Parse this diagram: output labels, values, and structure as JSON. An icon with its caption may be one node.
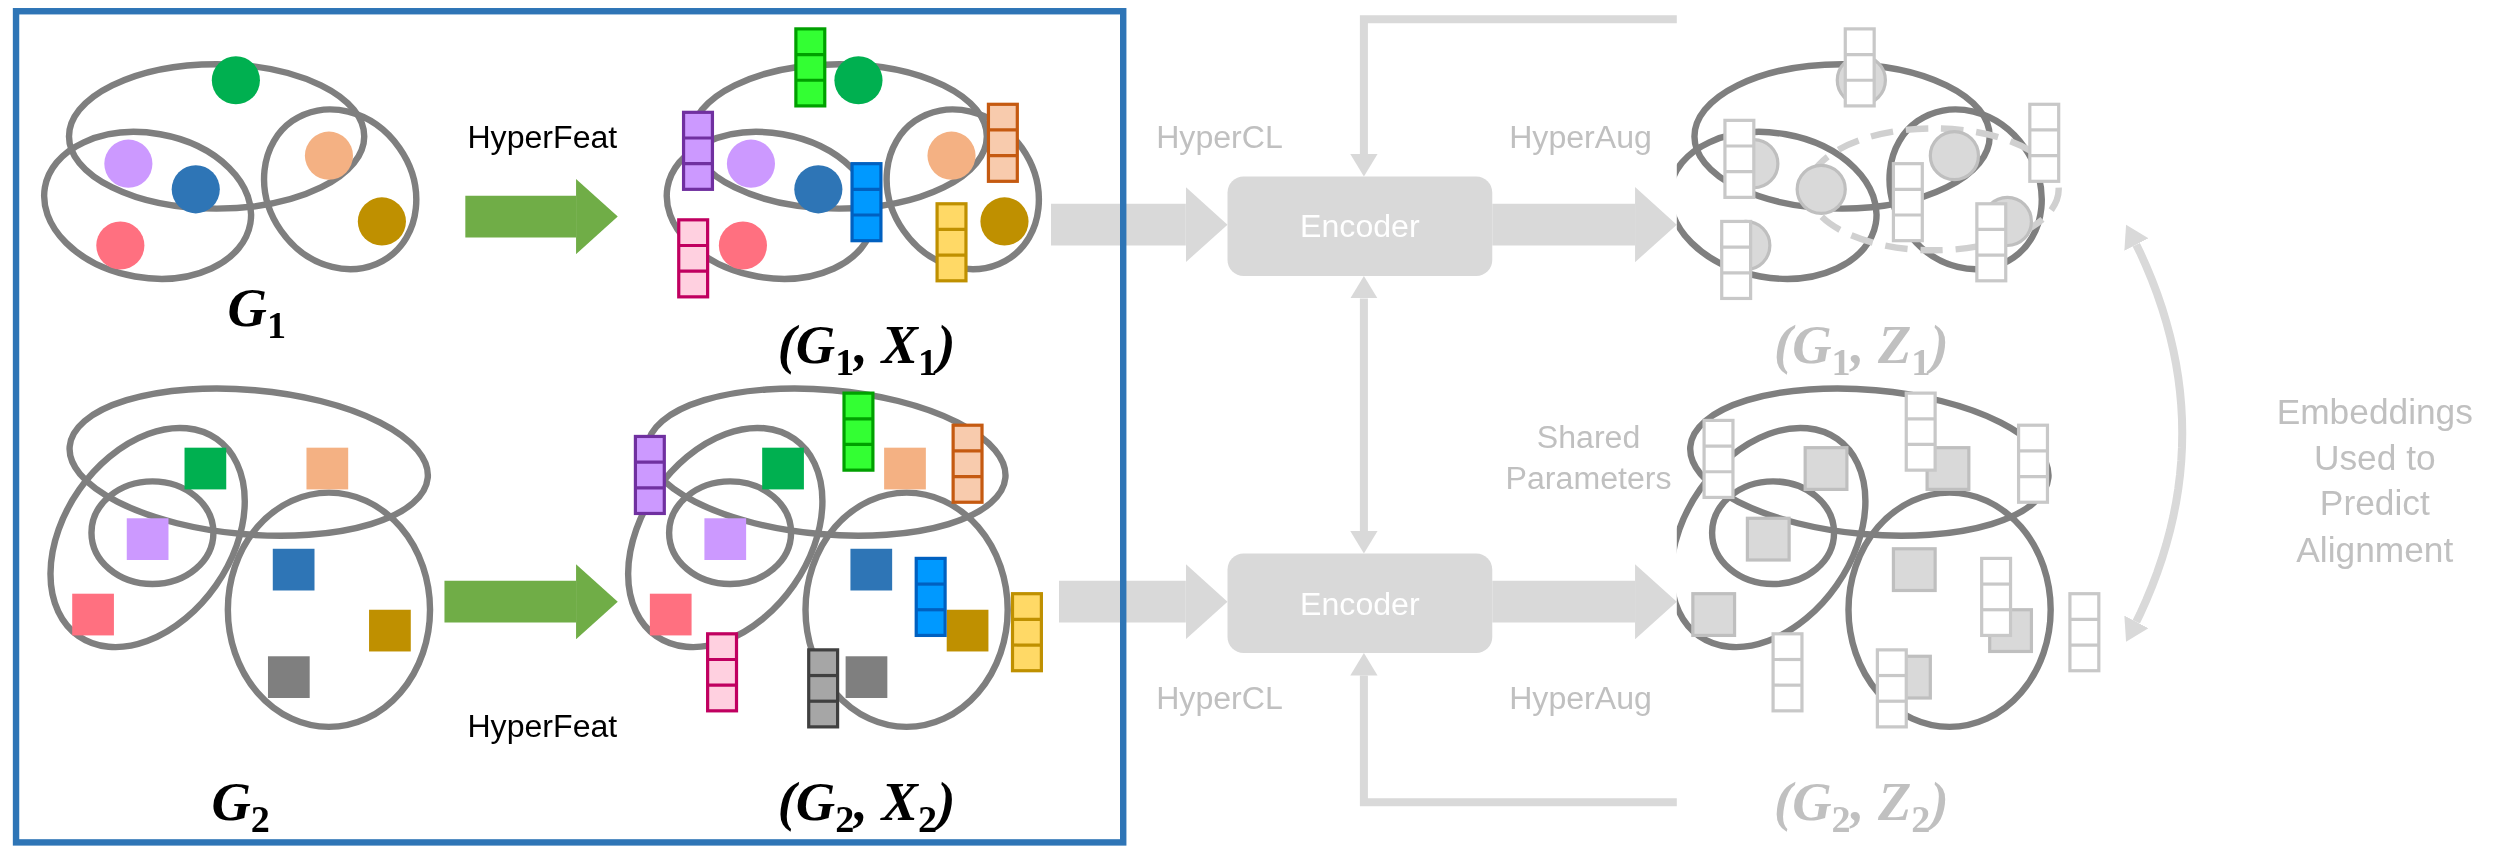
{
  "diagram": {
    "nodes": [
      {
        "text": [],
        "shape": "box"
      },
      {
        "text": [
          "G$_{1}$"
        ],
        "in": 0
      },
      {
        "text": [
          "(G$_{1}$, X$_{1}$)"
        ],
        "in": 0
      },
      {
        "text": [
          "G$_{2}$"
        ],
        "in": 0
      },
      {
        "text": [
          "(G$_{2}$, X$_{2}$)"
        ],
        "in": 0
      },
      {
        "text": [
          "Encoder"
        ]
      },
      {
        "text": [
          "Encoder"
        ]
      },
      {
        "text": [
          "(G$_{1}$, Z$_{1}$)"
        ]
      },
      {
        "text": [
          "(G$_{2}$, Z$_{2}$)"
        ]
      }
    ],
    "edges": [
      {
        "from": 1,
        "to": 2,
        "arrow": "to",
        "label": "HyperFeat",
        "color": "#70ad47"
      },
      {
        "from": 3,
        "to": 4,
        "arrow": "to",
        "label": "HyperFeat",
        "color": "#70ad47"
      },
      {
        "from": 2,
        "to": 5,
        "arrow": "to",
        "label": "HyperCL"
      },
      {
        "from": 4,
        "to": 6,
        "arrow": "to",
        "label": "HyperCL"
      },
      {
        "from": 5,
        "to": 7,
        "arrow": "to",
        "label": "HyperAug"
      },
      {
        "from": 6,
        "to": 8,
        "arrow": "to",
        "label": "HyperAug"
      },
      {
        "from": 7,
        "to": 5,
        "arrow": "to"
      },
      {
        "from": 8,
        "to": 6,
        "arrow": "to"
      },
      {
        "from": 5,
        "to": 6,
        "arrow": "both",
        "label": "Shared Parameters"
      },
      {
        "from": 7,
        "to": 8,
        "arrow": "both",
        "label": "Embeddings Used to Predict Alignment"
      }
    ]
  }
}
